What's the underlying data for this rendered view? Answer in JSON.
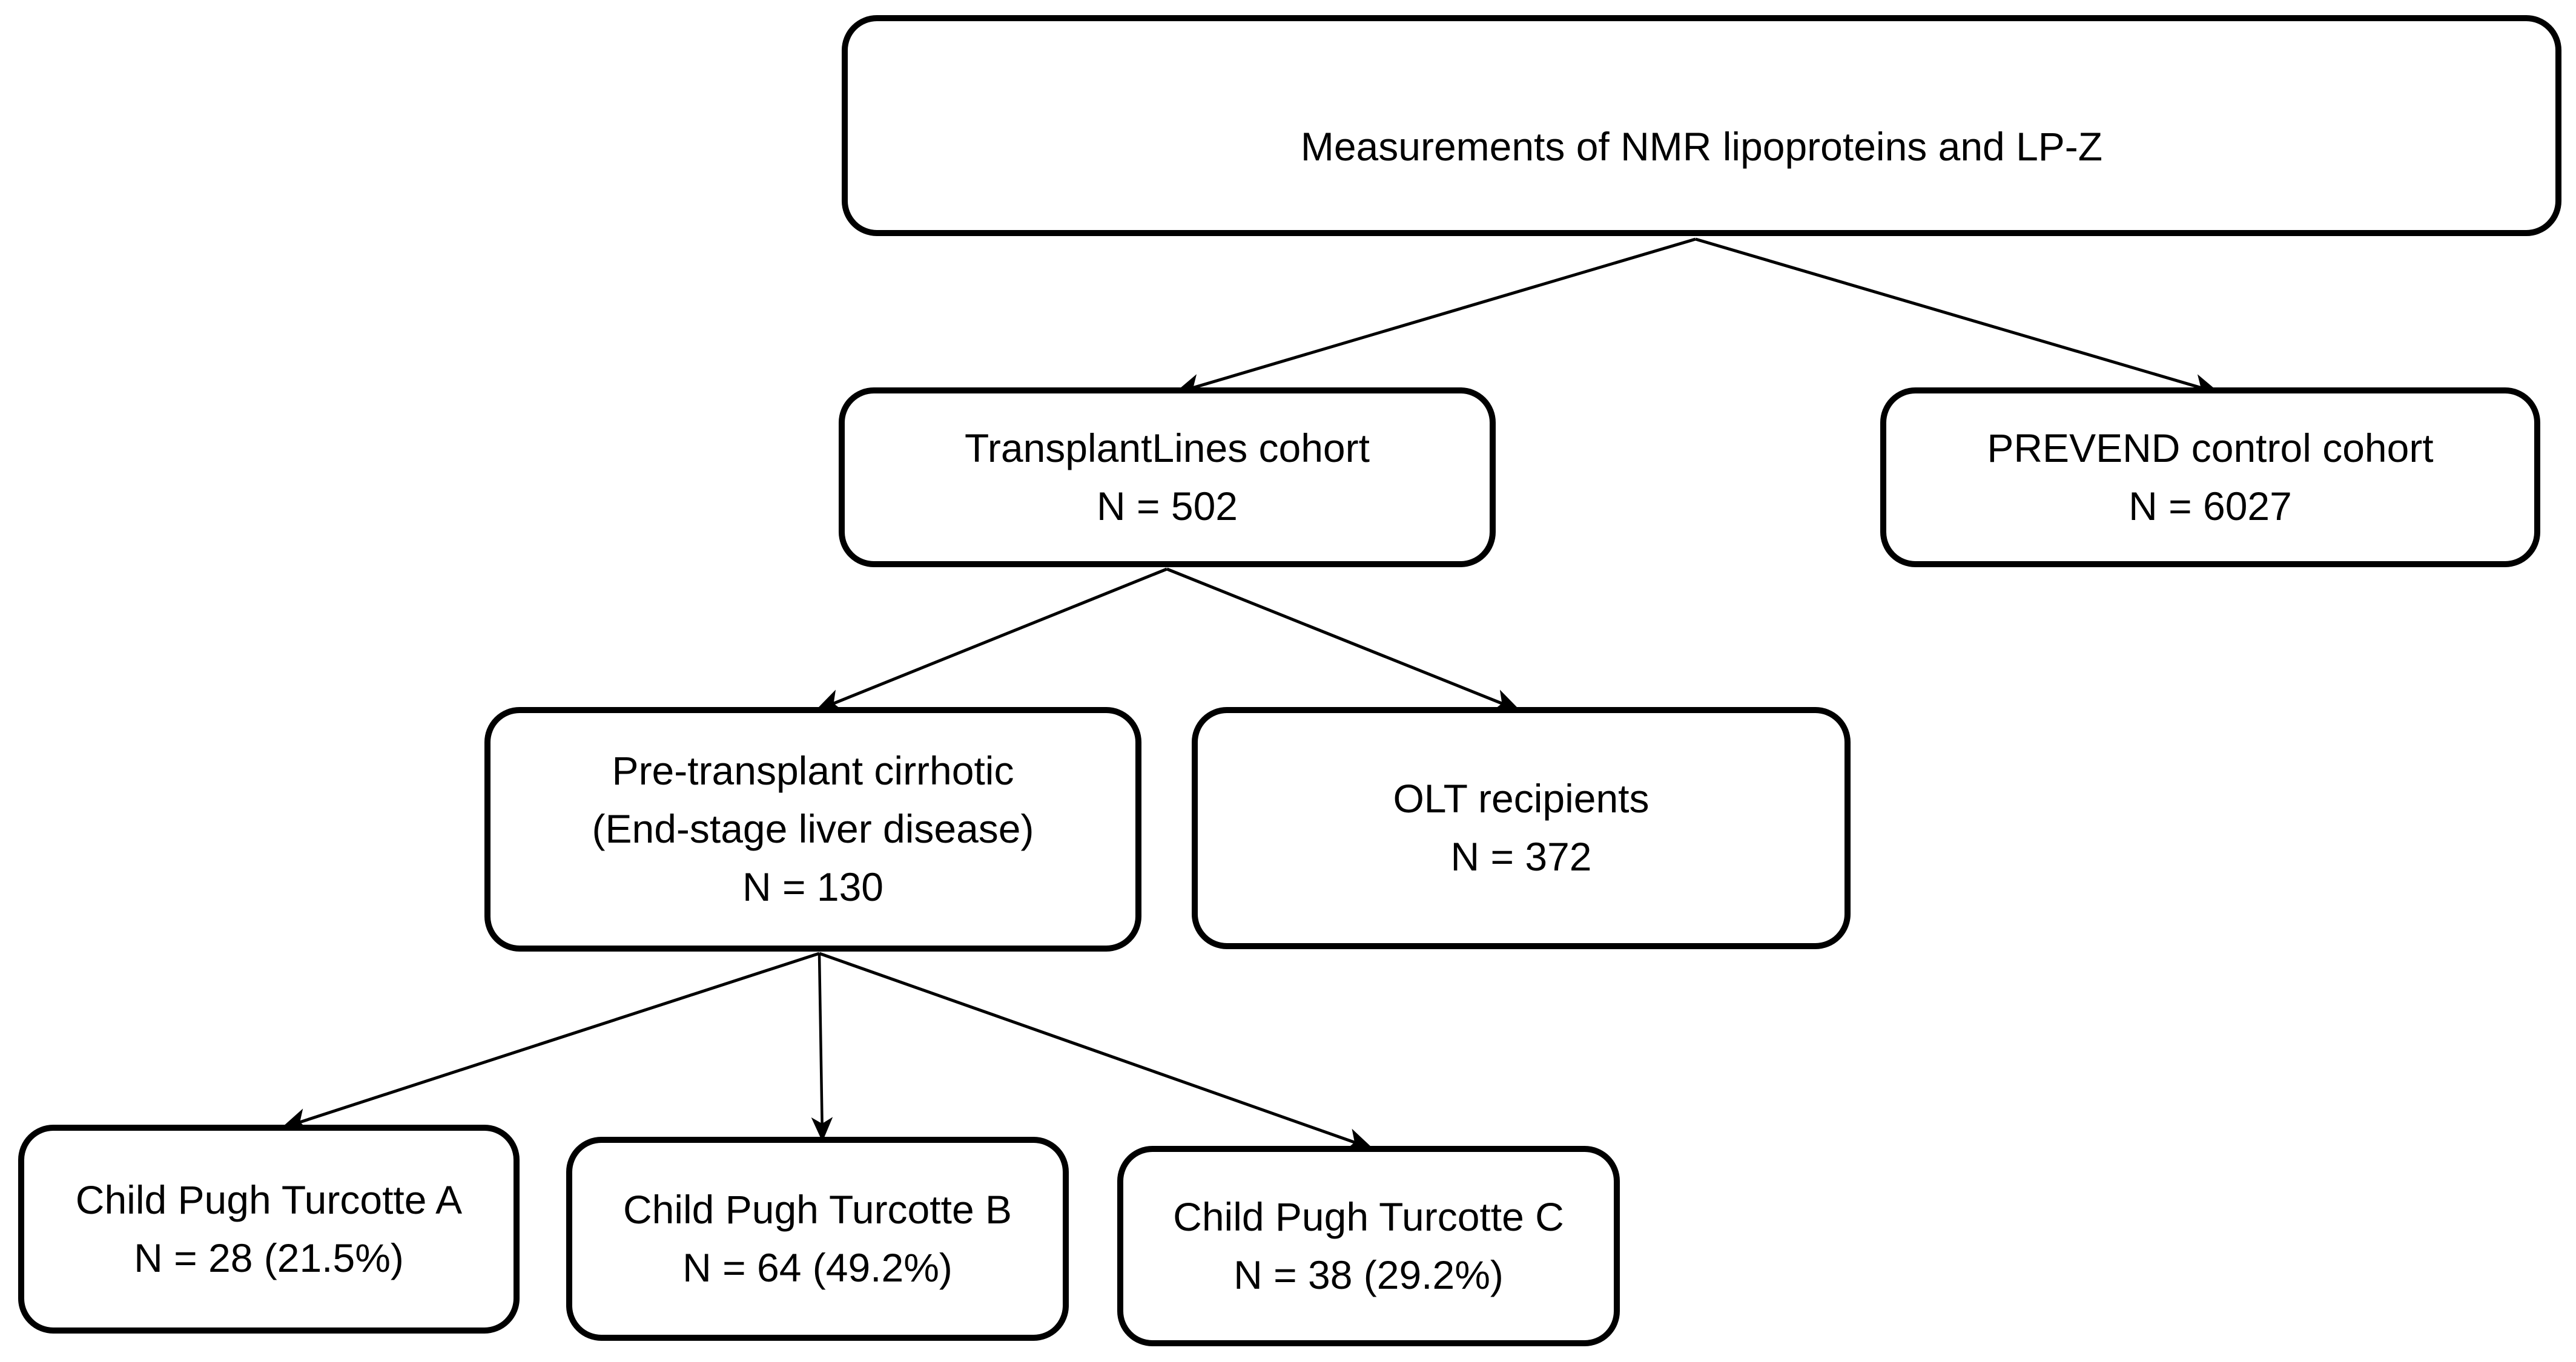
{
  "diagram": {
    "title_hint": "Study flow of NMR lipoprotein and LP-Z measurements",
    "background_color": "#ffffff",
    "line_color": "#000000",
    "nodes": {
      "root": {
        "lines": [
          "Measurements of NMR lipoproteins and LP-Z"
        ]
      },
      "transplantlines": {
        "lines": [
          "TransplantLines cohort",
          "N = 502"
        ]
      },
      "prevend": {
        "lines": [
          "PREVEND control cohort",
          "N = 6027"
        ]
      },
      "pretransplant": {
        "lines": [
          "Pre-transplant cirrhotic",
          "(End-stage liver disease)",
          "N = 130"
        ]
      },
      "olt": {
        "lines": [
          "OLT recipients",
          "N = 372"
        ]
      },
      "cpt_a": {
        "lines": [
          "Child Pugh Turcotte A",
          "N = 28 (21.5%)"
        ]
      },
      "cpt_b": {
        "lines": [
          "Child Pugh Turcotte B",
          "N = 64 (49.2%)"
        ]
      },
      "cpt_c": {
        "lines": [
          "Child Pugh Turcotte C",
          "N = 38 (29.2%)"
        ]
      }
    },
    "edges": [
      {
        "from": "root",
        "to": "transplantlines"
      },
      {
        "from": "root",
        "to": "prevend"
      },
      {
        "from": "transplantlines",
        "to": "pretransplant"
      },
      {
        "from": "transplantlines",
        "to": "olt"
      },
      {
        "from": "pretransplant",
        "to": "cpt_a"
      },
      {
        "from": "pretransplant",
        "to": "cpt_b"
      },
      {
        "from": "pretransplant",
        "to": "cpt_c"
      }
    ]
  }
}
